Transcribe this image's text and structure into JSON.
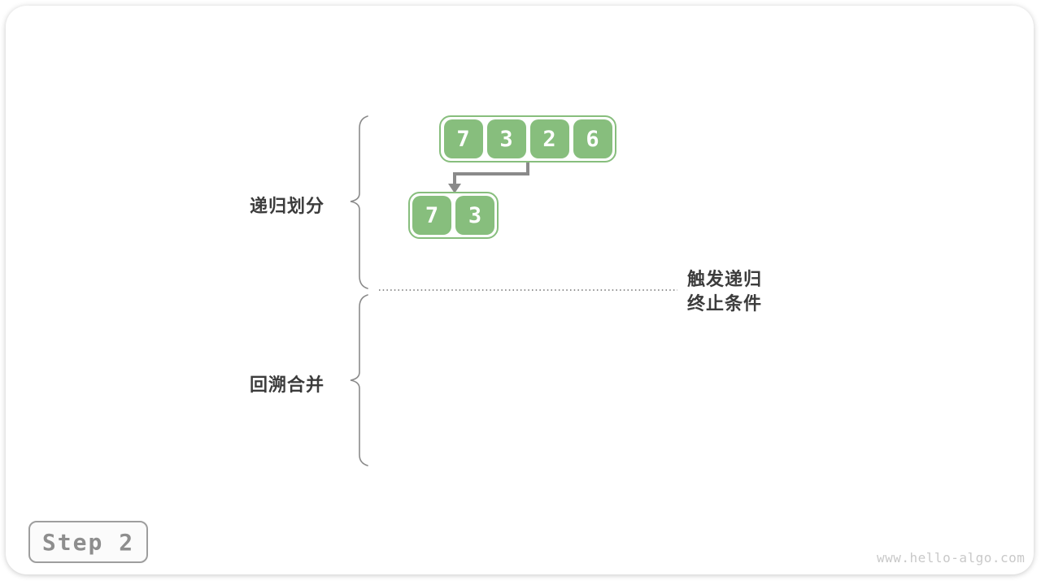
{
  "page": {
    "step_label": "Step 2",
    "watermark": "www.hello-algo.com"
  },
  "diagram": {
    "phase_labels": [
      {
        "label": "递归划分"
      },
      {
        "label": "回溯合并"
      }
    ],
    "annotation": {
      "line1": "触发递归",
      "line2": "终止条件"
    },
    "arrays": {
      "top": {
        "values": [
          7,
          3,
          2,
          6
        ]
      },
      "sub": {
        "values": [
          7,
          3
        ]
      }
    },
    "colors": {
      "cell_green": "#87be7d",
      "connector_gray": "#8a8a8a",
      "dotted_line_gray": "#6e6e6e",
      "label_text": "#3c3c3c",
      "step_text": "#8e8e8e",
      "watermark_gray": "#c9c9c9"
    }
  }
}
